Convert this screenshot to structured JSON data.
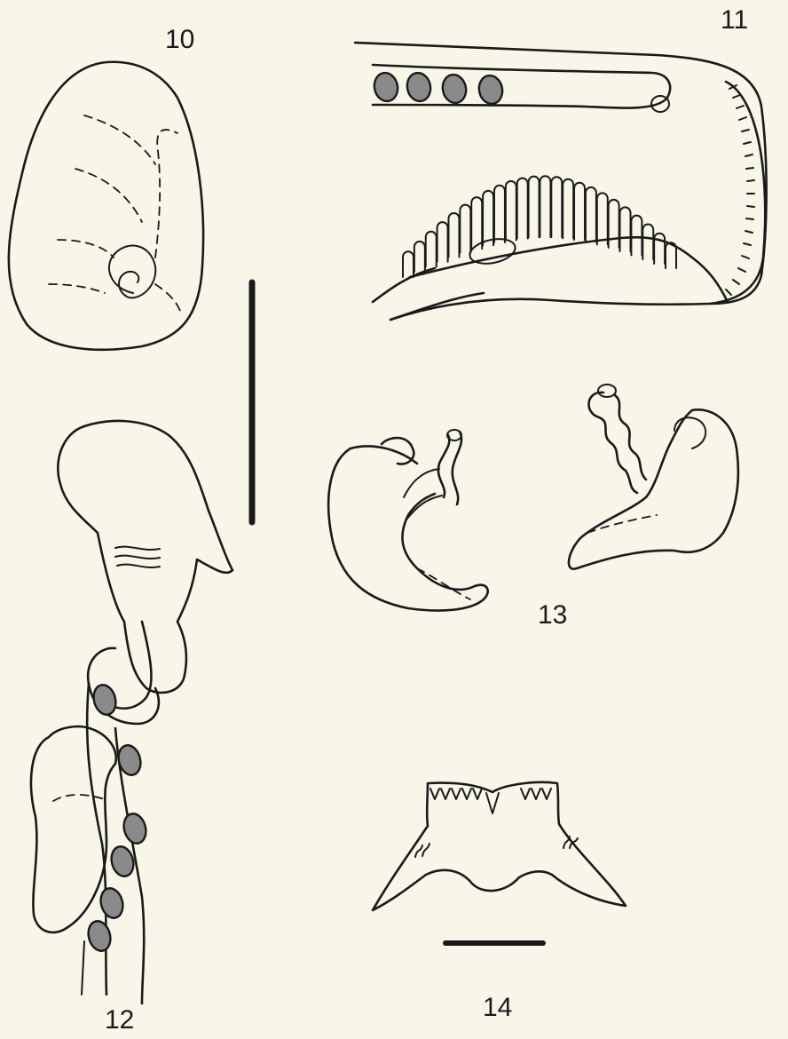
{
  "figures": [
    {
      "id": "fig10",
      "label": "10",
      "subject": "shell"
    },
    {
      "id": "fig11",
      "label": "11",
      "subject": "pallial-cavity"
    },
    {
      "id": "fig12",
      "label": "12",
      "subject": "female-reproductive-system"
    },
    {
      "id": "fig13",
      "label": "13",
      "subject": "penis"
    },
    {
      "id": "fig14",
      "label": "14",
      "subject": "radula-central-tooth"
    }
  ],
  "scale_bars": [
    {
      "id": "scale-bar-large",
      "orientation": "vertical"
    },
    {
      "id": "scale-bar-small",
      "orientation": "horizontal"
    }
  ],
  "colors": {
    "background": "#f7f6e9",
    "ink": "#1a1a1a",
    "stipple": "#8a8a8a"
  }
}
